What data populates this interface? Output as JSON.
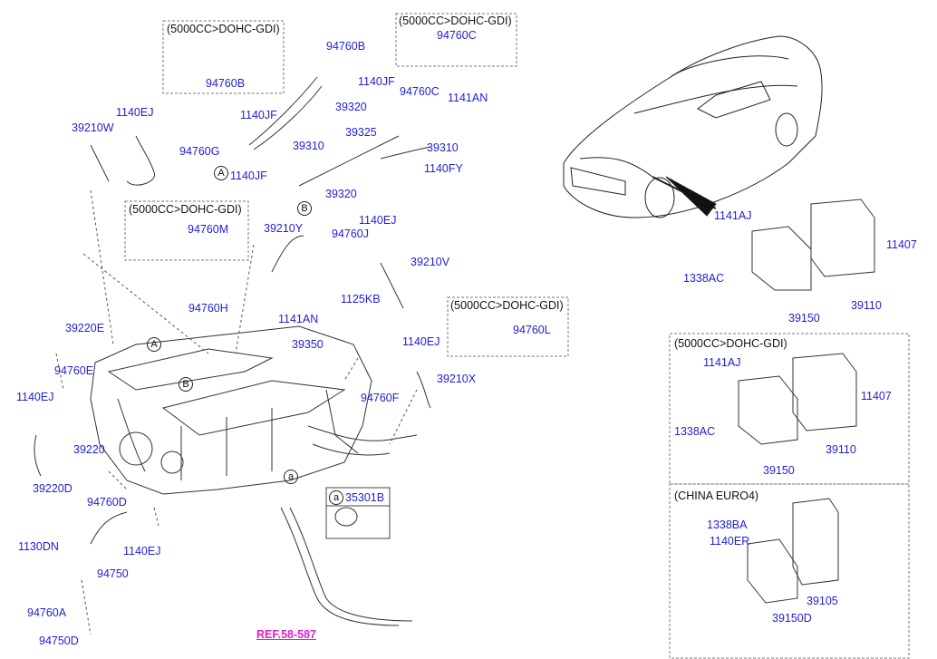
{
  "boxes": {
    "top_left": "(5000CC>DOHC-GDI)",
    "top_mid": "(5000CC>DOHC-GDI)",
    "mid_left": "(5000CC>DOHC-GDI)",
    "mid_right": "(5000CC>DOHC-GDI)",
    "ecu_box": "(5000CC>DOHC-GDI)",
    "china_box": "(CHINA EURO4)"
  },
  "markers": {
    "A": "A",
    "B": "B",
    "a": "a"
  },
  "labels": {
    "p94760B_box": "94760B",
    "p94760B": "94760B",
    "p1140JF_1": "1140JF",
    "p94760C_box": "94760C",
    "p94760C": "94760C",
    "p1141AN_1": "1141AN",
    "p1140EJ_1": "1140EJ",
    "p39210W": "39210W",
    "p94760G": "94760G",
    "p1140JF_2": "1140JF",
    "p39320_1": "39320",
    "p39310_1": "39310",
    "p39325": "39325",
    "p39310_2": "39310",
    "p1140JF_3": "1140JF",
    "p1140FY": "1140FY",
    "p39320_2": "39320",
    "p94760M": "94760M",
    "p39210Y": "39210Y",
    "p1140EJ_2": "1140EJ",
    "p94760J": "94760J",
    "p39210V": "39210V",
    "p94760H": "94760H",
    "p1141AN_2": "1141AN",
    "p1125KB": "1125KB",
    "p94760L": "94760L",
    "p39350": "39350",
    "p1140EJ_3": "1140EJ",
    "p39210X": "39210X",
    "p94760F": "94760F",
    "p39220E": "39220E",
    "p94760E": "94760E",
    "p1140EJ_4": "1140EJ",
    "p39220": "39220",
    "p39220D": "39220D",
    "p94760D": "94760D",
    "p1140EJ_5": "1140EJ",
    "p1130DN": "1130DN",
    "p94750": "94750",
    "p94760A": "94760A",
    "p94750D": "94750D",
    "p35301B": "35301B",
    "ref": "REF.58-587",
    "p1141AJ_1": "1141AJ",
    "p11407_1": "11407",
    "p1338AC_1": "1338AC",
    "p39150_1": "39150",
    "p39110_1": "39110",
    "p1141AJ_2": "1141AJ",
    "p11407_2": "11407",
    "p1338AC_2": "1338AC",
    "p39110_2": "39110",
    "p39150_2": "39150",
    "p1338BA": "1338BA",
    "p1140ER": "1140ER",
    "p39105": "39105",
    "p39150D": "39150D"
  }
}
